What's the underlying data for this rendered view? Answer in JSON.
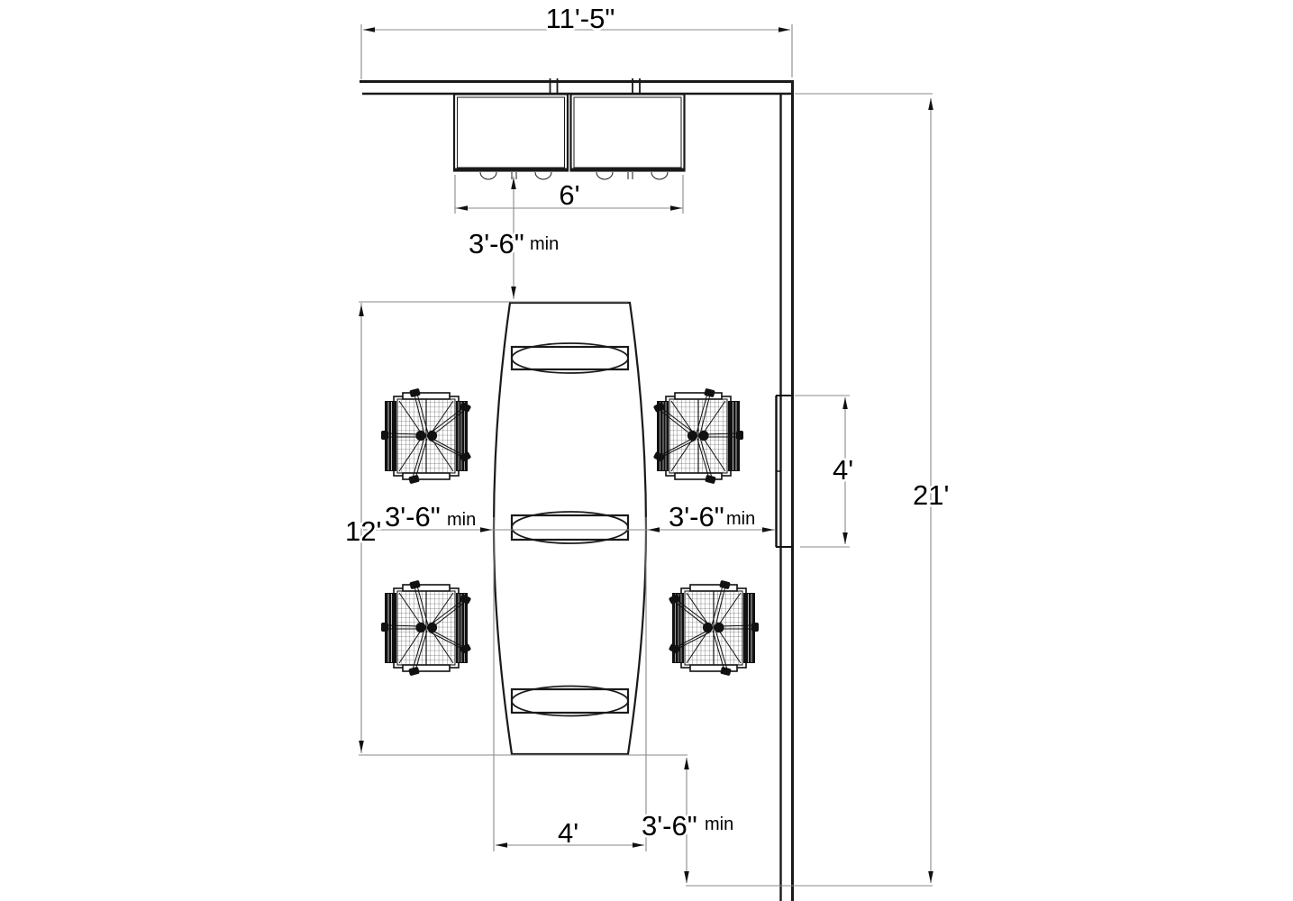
{
  "drawing": {
    "type": "floor-plan",
    "subject": "conference-room-layout",
    "dimensions": {
      "wall_width": "11'-5\"",
      "credenza_width": "6'",
      "clearance_credenza": "3'-6\"",
      "clearance_left": "3'-6\"",
      "clearance_right": "3'-6\"",
      "clearance_exit": "3'-6\"",
      "min_suffix": "min",
      "layout_length": "12'",
      "whiteboard_height": "4'",
      "table_width": "4'",
      "room_length": "21'"
    },
    "colors": {
      "line": "#1a1a1a",
      "dimension_line": "#8a8a8a",
      "text": "#000000",
      "background": "#ffffff"
    }
  }
}
